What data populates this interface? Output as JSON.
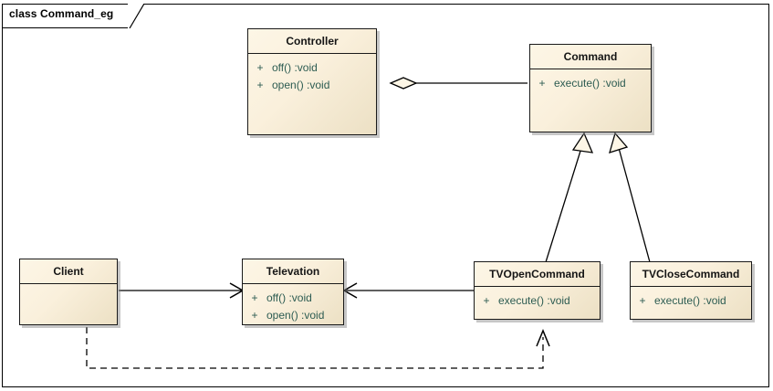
{
  "frame": {
    "title": "class Command_eg"
  },
  "classes": [
    {
      "key": "controller",
      "name": "Controller",
      "members": [
        {
          "visibility": "+",
          "signature": "off()  :void"
        },
        {
          "visibility": "+",
          "signature": "open()  :void"
        }
      ]
    },
    {
      "key": "command",
      "name": "Command",
      "members": [
        {
          "visibility": "+",
          "signature": "execute()  :void"
        }
      ]
    },
    {
      "key": "client",
      "name": "Client",
      "members": []
    },
    {
      "key": "televation",
      "name": "Televation",
      "members": [
        {
          "visibility": "+",
          "signature": "off()  :void"
        },
        {
          "visibility": "+",
          "signature": "open()  :void"
        }
      ]
    },
    {
      "key": "tvopencommand",
      "name": "TVOpenCommand",
      "members": [
        {
          "visibility": "+",
          "signature": "execute()  :void"
        }
      ]
    },
    {
      "key": "tvclosecommand",
      "name": "TVCloseCommand",
      "members": [
        {
          "visibility": "+",
          "signature": "execute()  :void"
        }
      ]
    }
  ],
  "relationships": [
    {
      "key": "controller-command",
      "type": "aggregation",
      "from": "Controller",
      "to": "Command"
    },
    {
      "key": "tvopencommand-command",
      "type": "generalization",
      "from": "TVOpenCommand",
      "to": "Command"
    },
    {
      "key": "tvclosecommand-command",
      "type": "generalization",
      "from": "TVCloseCommand",
      "to": "Command"
    },
    {
      "key": "client-televation",
      "type": "association",
      "from": "Client",
      "to": "Televation"
    },
    {
      "key": "tvopencommand-televation",
      "type": "association",
      "from": "TVOpenCommand",
      "to": "Televation"
    },
    {
      "key": "client-tvopencommand",
      "type": "dependency",
      "from": "Client",
      "to": "TVOpenCommand"
    }
  ],
  "colors": {
    "class_fill_light": "#fdf6e6",
    "class_fill_dark": "#ece0c4",
    "class_border": "#1a1a1a",
    "member_text": "#2d5c52",
    "name_text": "#151515",
    "line": "#000000",
    "background": "#ffffff"
  }
}
